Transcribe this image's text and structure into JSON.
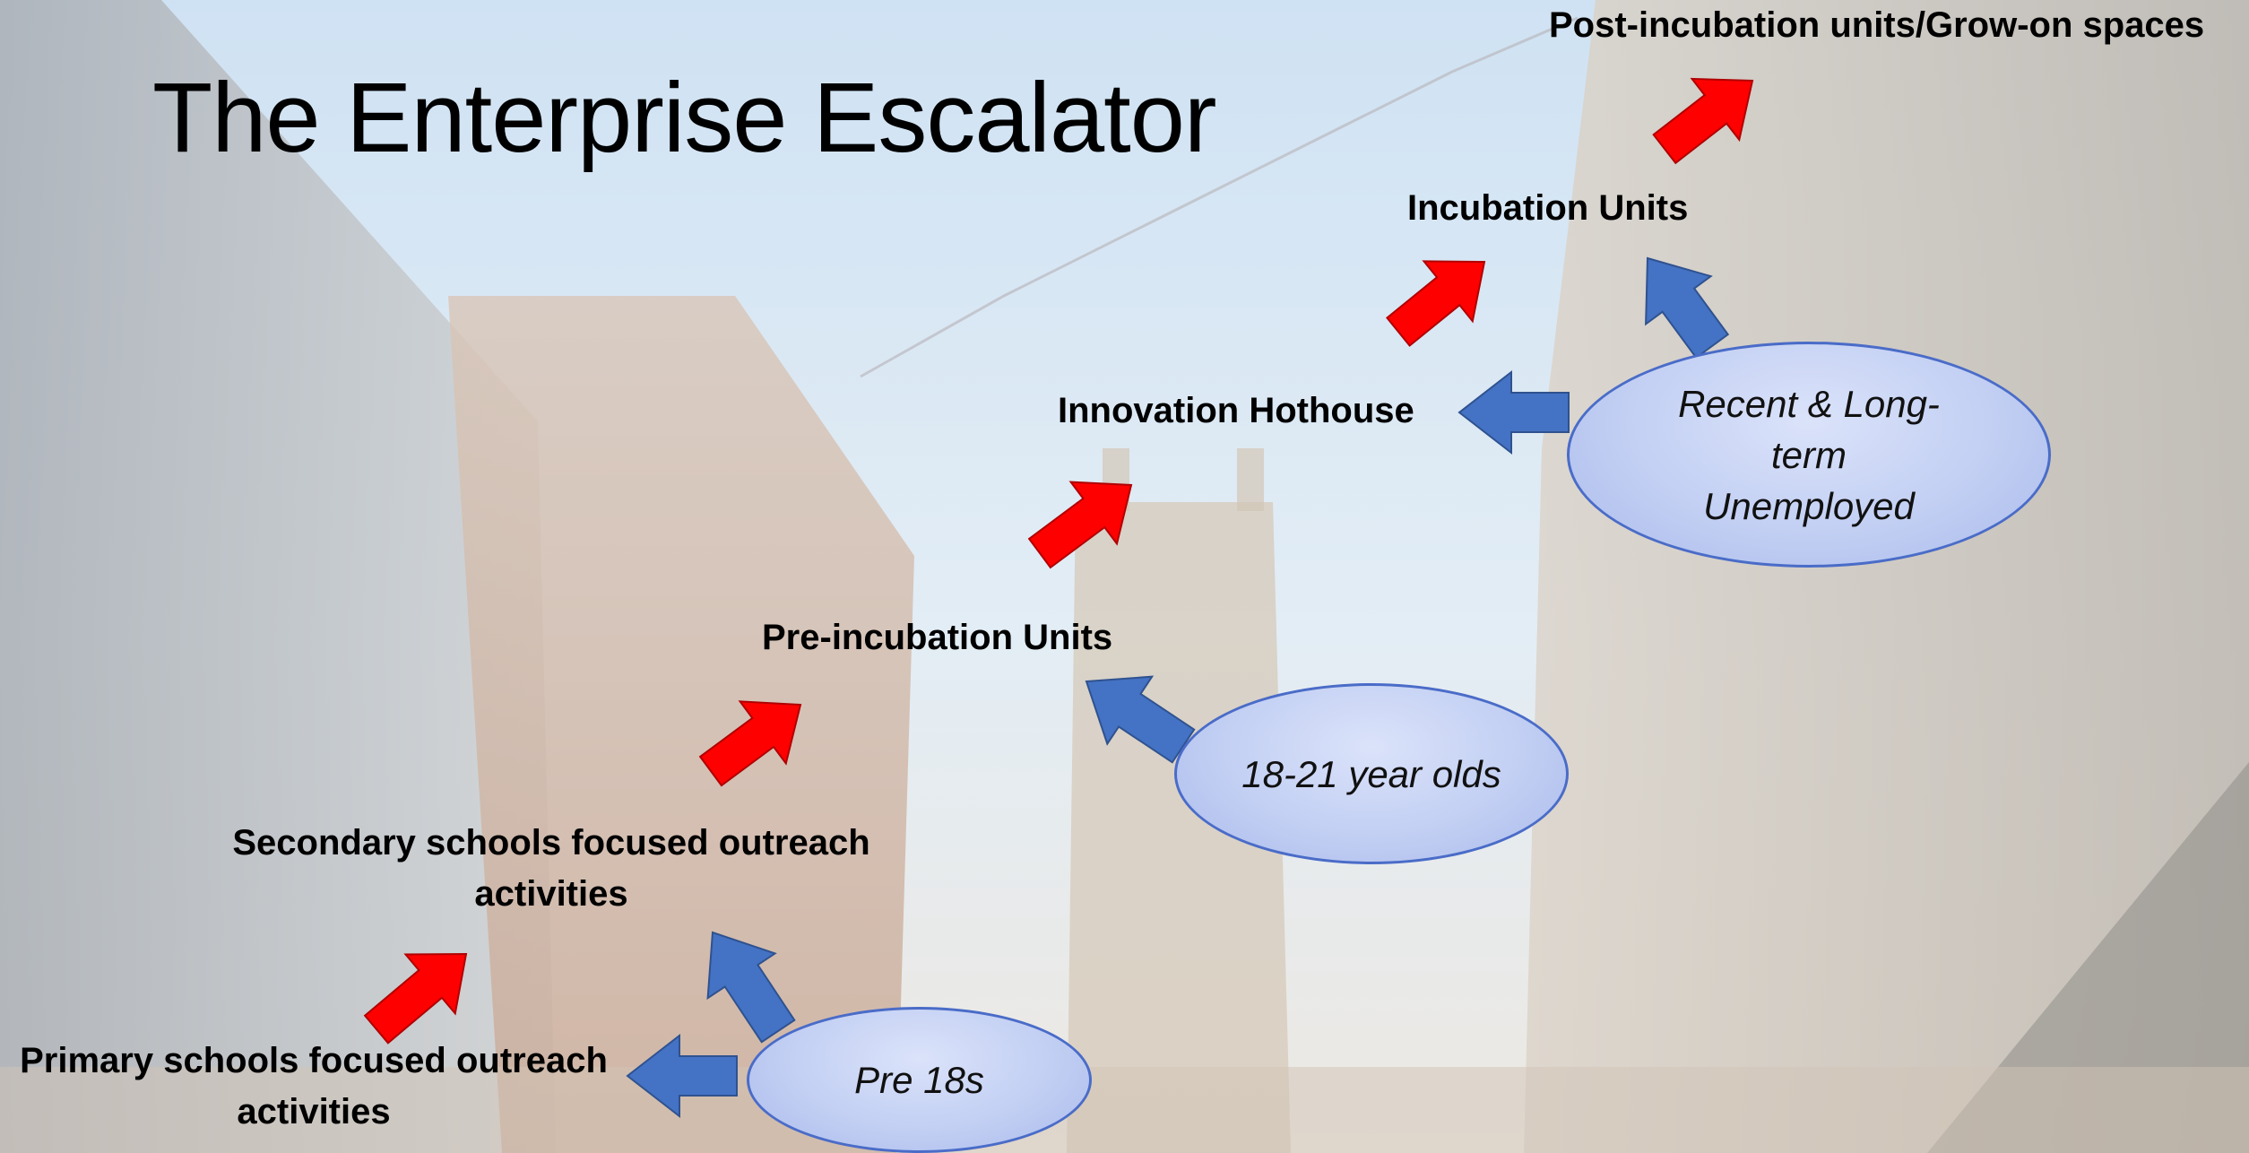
{
  "title": "The Enterprise Escalator",
  "stages": {
    "primary": "Primary schools focused outreach activities",
    "secondary": "Secondary schools focused outreach activities",
    "pre_incubation": "Pre-incubation Units",
    "hothouse": "Innovation Hothouse",
    "incubation": "Incubation Units",
    "post_incubation": "Post-incubation units/Grow-on spaces"
  },
  "groups": {
    "pre18": "Pre 18s",
    "age18_21": "18-21 year olds",
    "unemployed": "Recent & Long-term Unemployed"
  },
  "colors": {
    "progress_arrow": "#ff0000",
    "entry_arrow": "#4472c4",
    "ellipse_fill": "#c2cff3",
    "ellipse_border": "#4a6cc8"
  }
}
